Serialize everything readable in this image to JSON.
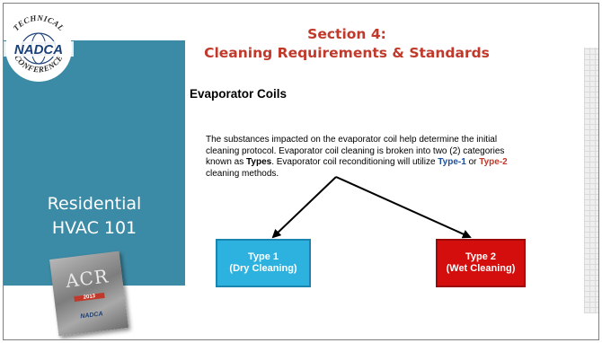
{
  "sidebar": {
    "logo": {
      "top_text": "TECHNICAL",
      "center_text": "NADCA",
      "bottom_text": "CONFERENCE"
    },
    "title_line1": "Residential",
    "title_line2": "HVAC 101",
    "book": {
      "title": "ACR",
      "year": "2013",
      "logo": "NADCA"
    }
  },
  "header": {
    "title_line1": "Section 4:",
    "title_line2": "Cleaning Requirements & Standards"
  },
  "main": {
    "subheading": "Evaporator Coils",
    "paragraph": {
      "part1": "The substances impacted on the evaporator coil help determine the initial cleaning protocol.  Evaporator coil cleaning is broken into two (2) categories known as ",
      "bold_word": "Types",
      "part2": ".  Evaporator coil reconditioning will utilize ",
      "type1": "Type-1",
      "or_text": " or ",
      "type2": "Type-2",
      "part3": " cleaning methods."
    },
    "type1_box": {
      "line1": "Type 1",
      "line2": "(Dry Cleaning)"
    },
    "type2_box": {
      "line1": "Type 2",
      "line2": "(Wet Cleaning)"
    }
  },
  "colors": {
    "section_title": "#c0392b",
    "sidebar_blue": "#3c8ba6",
    "type1_blue": "#2db2e0",
    "type2_red": "#d40d0d"
  }
}
